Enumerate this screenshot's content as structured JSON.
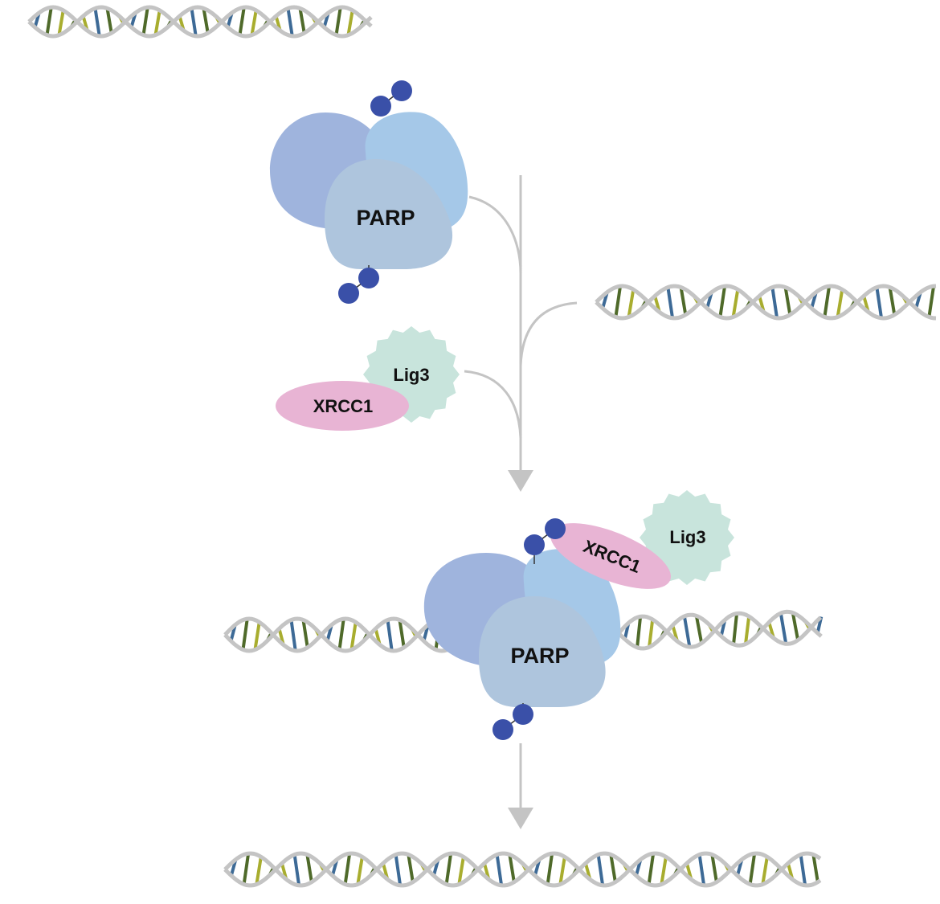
{
  "labels": {
    "parp_top": "PARP",
    "lig3_top": "Lig3",
    "xrcc1_top": "XRCC1",
    "parp_bottom": "PARP",
    "xrcc1_bottom": "XRCC1",
    "lig3_bottom": "Lig3"
  },
  "colors": {
    "backbone": "#c4c4c4",
    "arrow": "#c4c4c4",
    "rung_blue": "#3d6a96",
    "rung_dark_green": "#4f6a2a",
    "rung_yellow_green": "#a8ad2f",
    "parp_left_lobe": "#9fb4dd",
    "parp_right_lobe": "#a5c8e8",
    "parp_front_lobe": "#aec5dd",
    "xrcc1": "#e8b4d4",
    "lig3": "#c8e4dc",
    "par_bead": "#3a50a8"
  },
  "icons": [
    "dna-helix",
    "par-chain-beads",
    "flow-arrow"
  ]
}
